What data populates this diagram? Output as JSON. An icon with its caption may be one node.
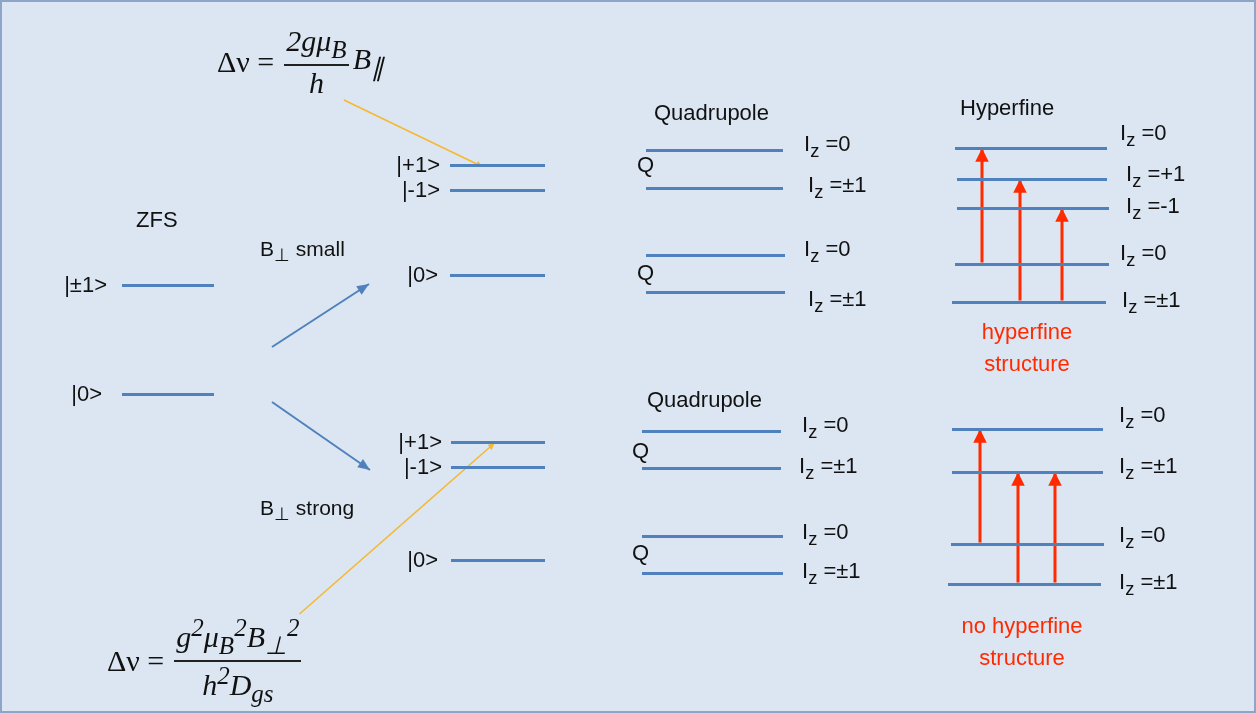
{
  "diagram": {
    "nodes": [
      {
        "text": [
          "Δν =",
          "2gμ$_{B}$",
          "h",
          "B$_{∥}$"
        ]
      },
      {
        "text": [],
        "shape": "bar",
        "beside": [
          "|±1>"
        ]
      },
      {
        "text": [],
        "shape": "bar",
        "beside": [
          "|0>"
        ]
      },
      {
        "text": [],
        "shape": "bar",
        "beside": [
          "|+1>"
        ]
      },
      {
        "text": [],
        "shape": "bar",
        "beside": [
          "|-1>"
        ]
      },
      {
        "text": [],
        "shape": "bar",
        "beside": [
          "|0>"
        ]
      },
      {
        "text": [],
        "shape": "bar",
        "beside": [
          "|+1>"
        ]
      },
      {
        "text": [],
        "shape": "bar",
        "beside": [
          "|-1>"
        ]
      },
      {
        "text": [],
        "shape": "bar",
        "beside": [
          "|0>"
        ]
      },
      {
        "text": [],
        "shape": "bar",
        "beside": [
          "I$_{z}$ =0"
        ]
      },
      {
        "text": [],
        "shape": "bar",
        "beside": [
          "I$_{z}$ =±1"
        ]
      },
      {
        "text": [],
        "shape": "bar",
        "beside": [
          "I$_{z}$ =0"
        ]
      },
      {
        "text": [],
        "shape": "bar",
        "beside": [
          "I$_{z}$ =±1"
        ]
      },
      {
        "text": [],
        "shape": "bar",
        "beside": [
          "I$_{z}$ =0"
        ]
      },
      {
        "text": [],
        "shape": "bar",
        "beside": [
          "I$_{z}$ =+1"
        ]
      },
      {
        "text": [],
        "shape": "bar",
        "beside": [
          "I$_{z}$ =-1"
        ]
      },
      {
        "text": [],
        "shape": "bar",
        "beside": [
          "I$_{z}$ =0"
        ]
      },
      {
        "text": [],
        "shape": "bar",
        "beside": [
          "I$_{z}$ =±1"
        ]
      },
      {
        "text": [],
        "shape": "bar",
        "beside": [
          "I$_{z}$ =0"
        ]
      },
      {
        "text": [],
        "shape": "bar",
        "beside": [
          "I$_{z}$ =±1"
        ]
      },
      {
        "text": [],
        "shape": "bar",
        "beside": [
          "I$_{z}$ =0"
        ]
      },
      {
        "text": [],
        "shape": "bar",
        "beside": [
          "I$_{z}$ =±1"
        ]
      },
      {
        "text": [],
        "shape": "bar",
        "beside": [
          "I$_{z}$ =0"
        ]
      },
      {
        "text": [],
        "shape": "bar",
        "beside": [
          "I$_{z}$ =±1"
        ]
      },
      {
        "text": [],
        "shape": "bar",
        "beside": [
          "I$_{z}$ =0"
        ]
      },
      {
        "text": [],
        "shape": "bar",
        "beside": [
          "I$_{z}$ =±1"
        ]
      },
      {
        "text": [
          "Δν =",
          "g$^{2}$μ$_{B}$$^{2}$B$_{⊥}$$^{2}$",
          "h$^{2}$D$_{gs}$"
        ]
      }
    ],
    "edges": [
      {
        "from": 0,
        "to": 3,
        "arrow": "to",
        "color": "#f5b82e"
      },
      {
        "from": 16,
        "to": 13,
        "arrow": "to",
        "color": "#ff2a00"
      },
      {
        "from": 17,
        "to": 14,
        "arrow": "to",
        "color": "#ff2a00"
      },
      {
        "from": 17,
        "to": 15,
        "arrow": "to",
        "color": "#ff2a00"
      },
      {
        "from": 24,
        "to": 22,
        "arrow": "to",
        "color": "#ff2a00"
      },
      {
        "from": 25,
        "to": 23,
        "arrow": "to",
        "color": "#ff2a00"
      },
      {
        "from": 25,
        "to": 23,
        "arrow": "to",
        "color": "#ff2a00"
      },
      {
        "from": 26,
        "to": 6,
        "arrow": "to",
        "color": "#f5b82e"
      }
    ],
    "labels": [
      "ZFS",
      "B$_{⊥}$ small",
      "Quadrupole",
      "Hyperfine",
      "Q",
      "Q",
      "hyperfine structure",
      "B$_{⊥}$ strong",
      "Quadrupole",
      "Q",
      "Q",
      "no hyperfine structure"
    ]
  }
}
